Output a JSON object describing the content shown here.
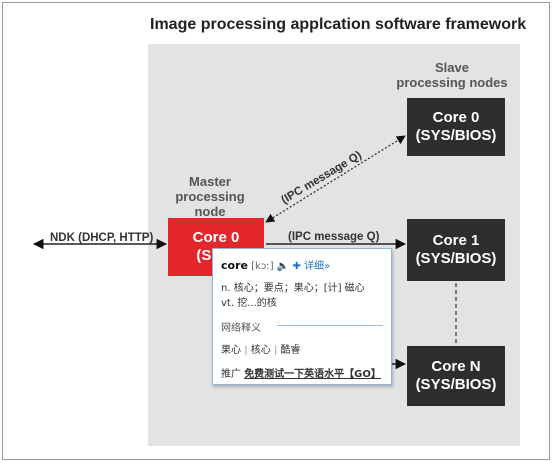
{
  "title": "Image processing applcation software framework",
  "slave_caption": [
    "Slave",
    "processing nodes"
  ],
  "master_caption": [
    "Master",
    "processing",
    "node"
  ],
  "ndk_label": "NDK (DHCP, HTTP)",
  "ipc_label_diag": "(IPC message Q)",
  "ipc_label_horiz": "(IPC message Q)",
  "master": {
    "name": "Core 0",
    "sub": "(SYS/"
  },
  "cores": [
    {
      "name": "Core 0",
      "sub": "(SYS/BIOS)"
    },
    {
      "name": "Core 1",
      "sub": "(SYS/BIOS)"
    },
    {
      "name": "Core N",
      "sub": "(SYS/BIOS)"
    }
  ],
  "colors": {
    "master": "#e3262b",
    "slave": "#2e2e2e",
    "panel": "#e3e3e3"
  },
  "popup": {
    "word": "core",
    "phonetic": "[kɔː]",
    "speaker_icon": "speaker-icon",
    "add_icon": "add-wordbook-icon",
    "more": "详细»",
    "def1": "n. 核心；要点；果心；[计] 磁心",
    "def2": "vt. 挖...的核",
    "section": "网络释义",
    "web_terms": [
      "果心",
      "核心",
      "酷睿"
    ],
    "ad_prefix": "推广",
    "ad_link": "免费测试一下英语水平【GO】"
  }
}
